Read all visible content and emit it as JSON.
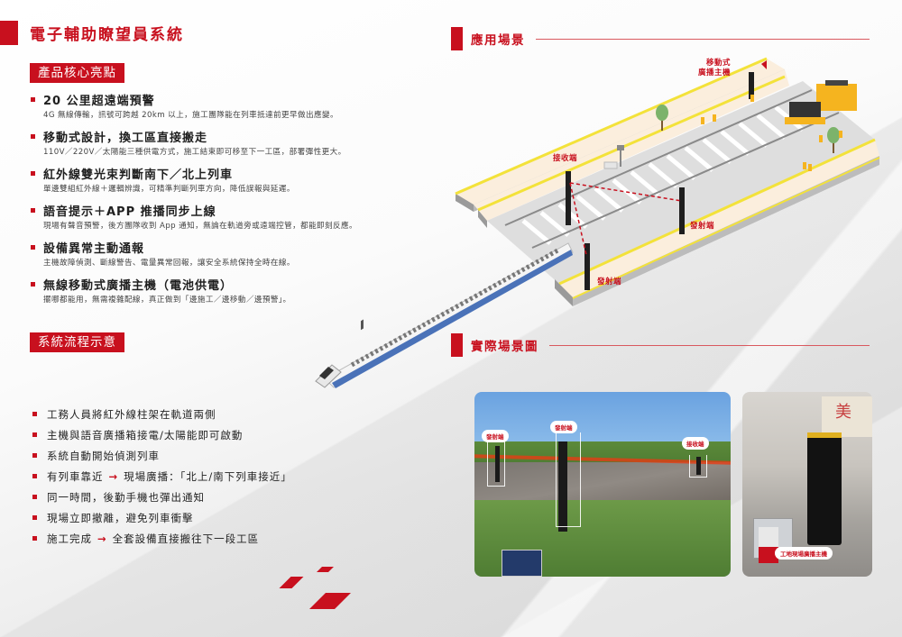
{
  "header": {
    "title": "電子輔助瞭望員系統"
  },
  "features_section": {
    "label": "產品核心亮點",
    "items": [
      {
        "title": "20 公里超遠端預警",
        "desc": "4G 無線傳輸，訊號可跨越 20km 以上，施工團隊能在列車抵達前更早做出應變。"
      },
      {
        "title": "移動式設計，換工區直接搬走",
        "desc": "110V／220V／太陽能三種供電方式，施工結束即可移至下一工區，部署彈性更大。"
      },
      {
        "title": "紅外線雙光束判斷南下／北上列車",
        "desc": "單邊雙組紅外線＋邏輯辨識，可精準判斷列車方向，降低誤報與延遲。"
      },
      {
        "title": "語音提示＋APP 推播同步上線",
        "desc": "現場有聲音預警，後方團隊收到 App 通知，無論在軌道旁或遠端控管，都能即刻反應。"
      },
      {
        "title": "設備異常主動通報",
        "desc": "主機故障偵測、斷線警告、電量異常回報，讓安全系統保持全時在線。"
      },
      {
        "title": "無線移動式廣播主機（電池供電）",
        "desc": "擺哪都能用，無需複雜配線，真正做到「邊施工／邊移動／邊預警」。"
      }
    ]
  },
  "flow_section": {
    "label": "系統流程示意",
    "items": [
      {
        "pre": "工務人員將紅外線柱架在軌道兩側",
        "arrow": "",
        "post": ""
      },
      {
        "pre": "主機與語音廣播箱接電/太陽能即可啟動",
        "arrow": "",
        "post": ""
      },
      {
        "pre": "系統自動開始偵測列車",
        "arrow": "",
        "post": ""
      },
      {
        "pre": "有列車靠近",
        "arrow": "→",
        "post": "現場廣播：「北上/南下列車接近」"
      },
      {
        "pre": "同一時間，後勤手機也彈出通知",
        "arrow": "",
        "post": ""
      },
      {
        "pre": "現場立即撤離，避免列車衝擊",
        "arrow": "",
        "post": ""
      },
      {
        "pre": "施工完成",
        "arrow": "→",
        "post": "全套設備直接搬往下一段工區"
      }
    ]
  },
  "application_section": {
    "title": "應用場景",
    "labels": {
      "broadcast_host": "移動式\n廣播主機",
      "broadcast_host_line1": "移動式",
      "broadcast_host_line2": "廣播主機",
      "receiver": "接收端",
      "emitter_right": "發射端",
      "emitter_bottom": "發射端"
    }
  },
  "photo_section": {
    "title": "實際場景圖",
    "photo1_tags": {
      "emitter_left": "發射端",
      "emitter_center": "發射端",
      "receiver": "接收端"
    },
    "photo2_tag": "工地現場廣播主機"
  },
  "colors": {
    "accent": "#c8101e",
    "platform": "#fbeedd",
    "platform_edge": "#f3e23a"
  }
}
